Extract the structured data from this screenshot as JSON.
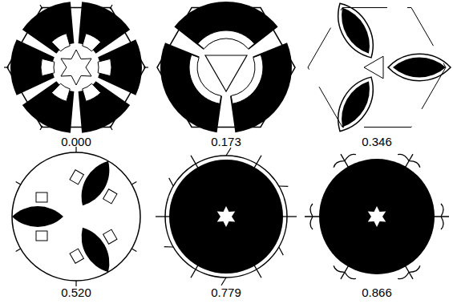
{
  "diagram": {
    "labels": [
      "0.000",
      "0.173",
      "0.346",
      "0.520",
      "0.779",
      "0.866"
    ]
  }
}
